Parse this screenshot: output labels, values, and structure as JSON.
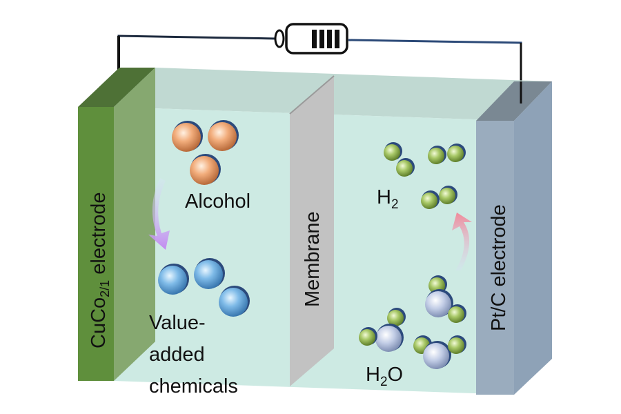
{
  "labels": {
    "left_electrode": "CuCo",
    "left_electrode_sub": "2/1",
    "left_electrode_suffix": " electrode",
    "membrane": "Membrane",
    "right_electrode": "Pt/C electrode",
    "alcohol": "Alcohol",
    "products_line1": "Value-",
    "products_line2": "added",
    "products_line3": "chemicals",
    "h2": "H",
    "h2_sub": "2",
    "h2o_h": "H",
    "h2o_sub": "2",
    "h2o_o": "O"
  },
  "colors": {
    "left_electrode": "#5f8f3c",
    "right_electrode": "#9aacbe",
    "electrolyte": "#cdeae3",
    "membrane": "#c2c2c2",
    "alcohol": "#f0a877",
    "product": "#7fbbe8",
    "hydrogen": "#9fc25a",
    "oxygen": "#b9c6e0"
  }
}
